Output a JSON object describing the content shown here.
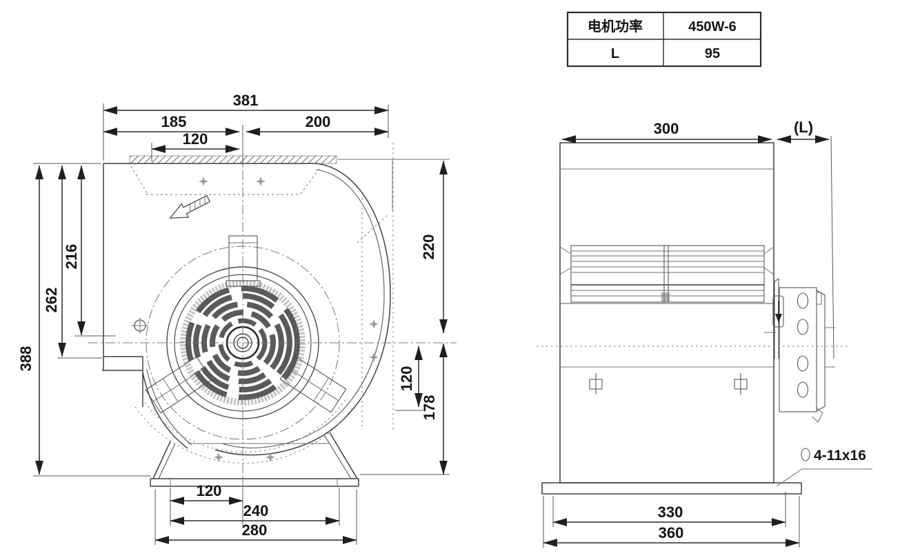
{
  "drawing": {
    "title": "centrifugal-fan-dimension-drawing",
    "background_color": "#ffffff",
    "line_color": "#3f3f3f",
    "spec_table": {
      "rows": [
        {
          "label": "电机功率",
          "value": "450W-6"
        },
        {
          "label": "L",
          "value": "95"
        }
      ]
    },
    "front_view": {
      "dim_width_overall": "381",
      "dim_width_left": "185",
      "dim_width_right": "200",
      "dim_width_inlet": "120",
      "dim_height_overall": "388",
      "dim_height_left_outer": "262",
      "dim_height_left_inner": "216",
      "dim_height_right_top": "220",
      "dim_outlet_depth": "120",
      "dim_height_right_bottom": "178",
      "dim_base_inner": "120",
      "dim_base_mid": "240",
      "dim_base_outer": "280"
    },
    "side_view": {
      "dim_width": "300",
      "dim_motor_length": "(L)",
      "dim_base_holes": "330",
      "dim_base_width": "360",
      "hole_note": "4-11x16"
    }
  }
}
